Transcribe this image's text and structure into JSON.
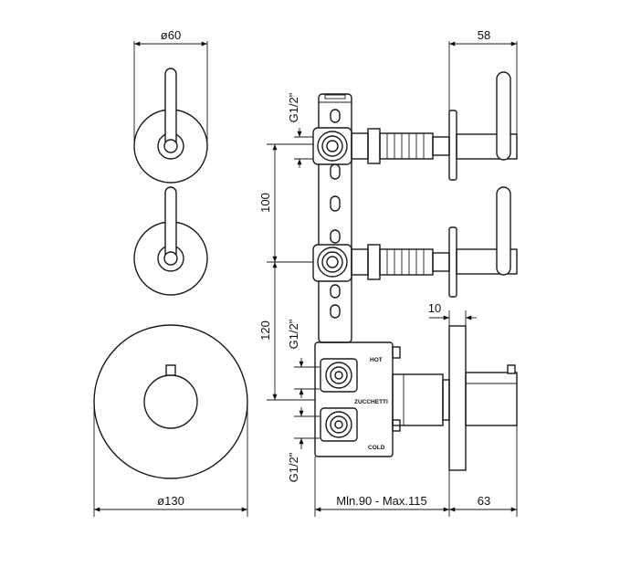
{
  "dimensions": {
    "d60": "ø60",
    "d58": "58",
    "d100": "100",
    "d120": "120",
    "thread_top": "G1/2\"",
    "thread_mid": "G1/2\"",
    "thread_bottom": "G1/2\"",
    "d10": "10",
    "d130": "ø130",
    "range": "Mln.90 - Max.115",
    "d63": "63"
  },
  "labels": {
    "hot": "HOT",
    "brand": "ZUCCHETTI",
    "cold": "COLD"
  }
}
